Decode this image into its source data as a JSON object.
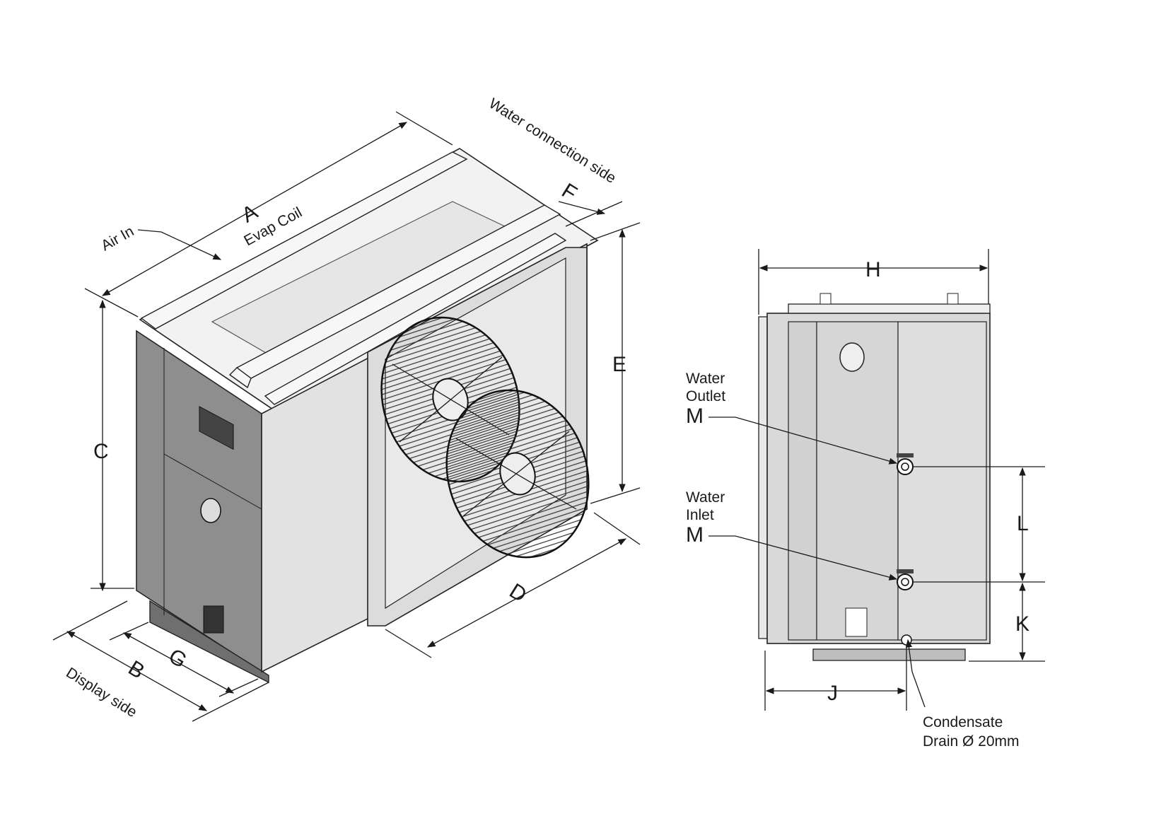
{
  "isometric_view": {
    "labels": {
      "water_connection_side": "Water connection side",
      "air_in": "Air In",
      "evap_coil": "Evap Coil",
      "display_side": "Display side"
    },
    "dimensions": [
      "A",
      "B",
      "C",
      "D",
      "E",
      "F",
      "G"
    ]
  },
  "side_view": {
    "labels": {
      "water_outlet_line1": "Water",
      "water_outlet_line2": "Outlet",
      "water_inlet_line1": "Water",
      "water_inlet_line2": "Inlet",
      "connection_marker": "M",
      "condensate_line1": "Condensate",
      "condensate_line2": "Drain Ø 20mm"
    },
    "dimensions": [
      "H",
      "J",
      "K",
      "L"
    ]
  },
  "colors": {
    "dark_panel": "#8a8a8a",
    "light_panel": "#e4e4e4",
    "line": "#1a1a1a"
  }
}
